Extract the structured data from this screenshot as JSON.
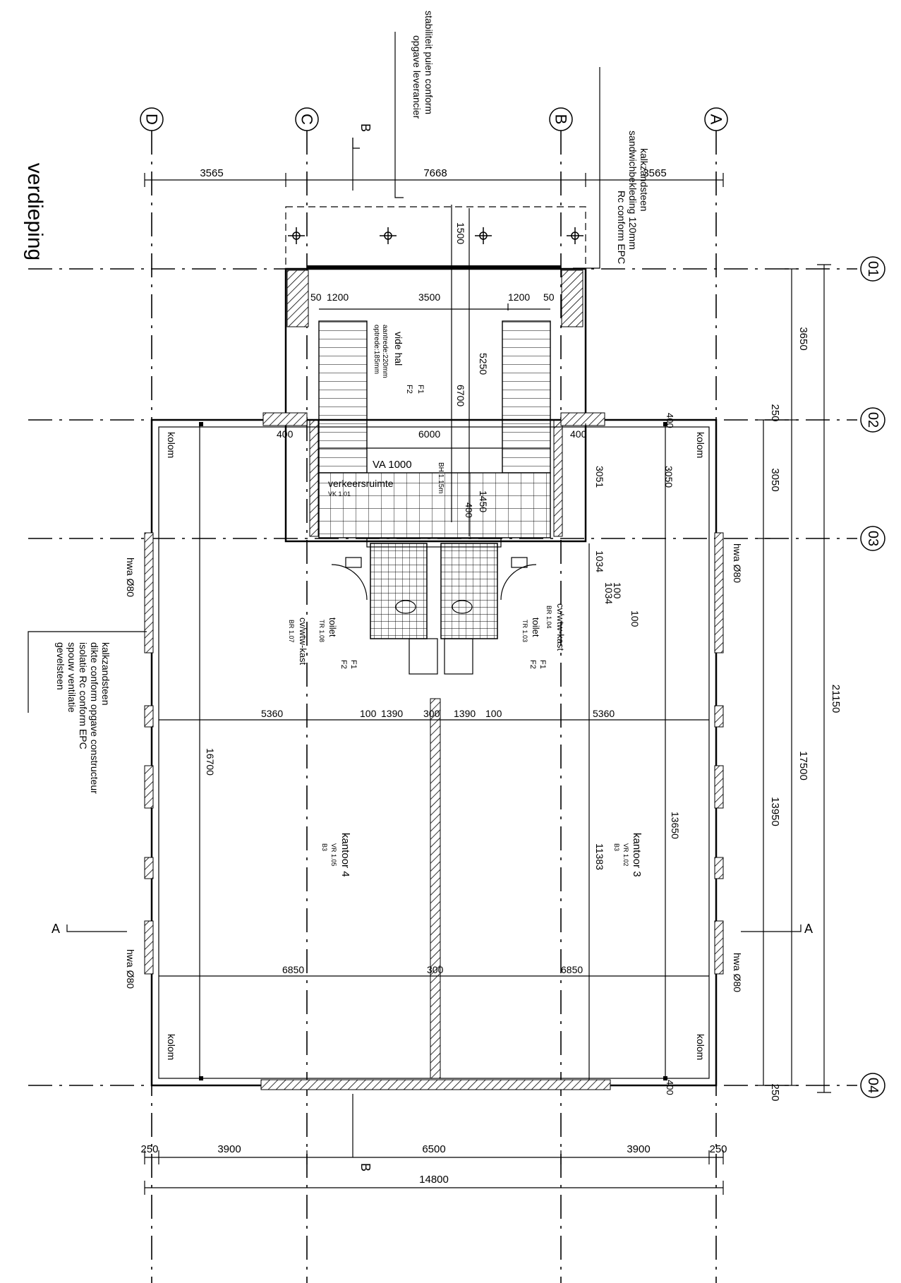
{
  "title": "verdieping",
  "grid_letters": [
    "D",
    "C",
    "B",
    "A"
  ],
  "grid_numbers": [
    "01",
    "02",
    "03",
    "04"
  ],
  "section_marks": {
    "b": "B",
    "a": "A"
  },
  "top_dims": [
    "3565",
    "7668",
    "3565"
  ],
  "bottom_dims": [
    "250",
    "3900",
    "6500",
    "3900",
    "250"
  ],
  "bottom_total": "14800",
  "right_dims_outer": [
    "3650",
    "250",
    "3050",
    "13950",
    "250"
  ],
  "right_totals": [
    "17500",
    "21150"
  ],
  "inner_dims": {
    "d1500": "1500",
    "d6700": "6700",
    "d5250": "5250",
    "d50a": "50",
    "d1200a": "1200",
    "d3500": "3500",
    "d1200b": "1200",
    "d50b": "50",
    "d400a": "400",
    "d6000": "6000",
    "d400b": "400",
    "va": "VA 1000",
    "bh": "BH 1.15m",
    "d400c": "400",
    "d1450": "1450",
    "d3051": "3051",
    "d3050": "3050",
    "d1034a": "1034",
    "d100a": "100",
    "d1034b": "1034",
    "d100b": "100",
    "d5360a": "5360",
    "d100c": "100",
    "d1390a": "1390",
    "d300a": "300",
    "d1390b": "1390",
    "d100d": "100",
    "d5360b": "5360",
    "d16700": "16700",
    "d13650": "13650",
    "d11383": "11383",
    "d6850a": "6850",
    "d300b": "300",
    "d6850b": "6850",
    "d400d": "400",
    "d400e": "400"
  },
  "rooms": {
    "vide_hal": "vide hal",
    "aantrede": "aantrede:220mm",
    "optrede": "optrede:185mm",
    "verkeersruimte": "verkeersruimte",
    "vk": "VK 1.01",
    "toilet_left": "toilet",
    "tr_left": "TR 1.08",
    "toilet_right": "toilet",
    "tr_right": "TR 1.03",
    "kast_left": "cv/wtw-kast",
    "br_left": "BR 1.07",
    "kast_right": "cv/wtw-kast",
    "br_right": "BR 1.04",
    "kantoor4": "kantoor 4",
    "vr4": "VR 1.05",
    "b3_4": "B3",
    "kantoor3": "kantoor 3",
    "vr3": "VR 1.02",
    "b3_3": "B3"
  },
  "labels": {
    "kolom": "kolom",
    "hwa": "hwa Ø80",
    "f1": "F1",
    "f2": "F2",
    "stab1": "stabiliteit puien conform",
    "stab2": "opgave leverancier",
    "kzs1": "kalkzandsteen",
    "kzs2": "sandwichbekleding 120mm",
    "kzs3": "Rc conform EPC",
    "wall1": "kalkzandsteen",
    "wall2": "dikte conform opgave constructeur",
    "wall3": "isolatie Rc conform EPC",
    "wall4": "spouw ventilatie",
    "wall5": "gevelsteen"
  }
}
